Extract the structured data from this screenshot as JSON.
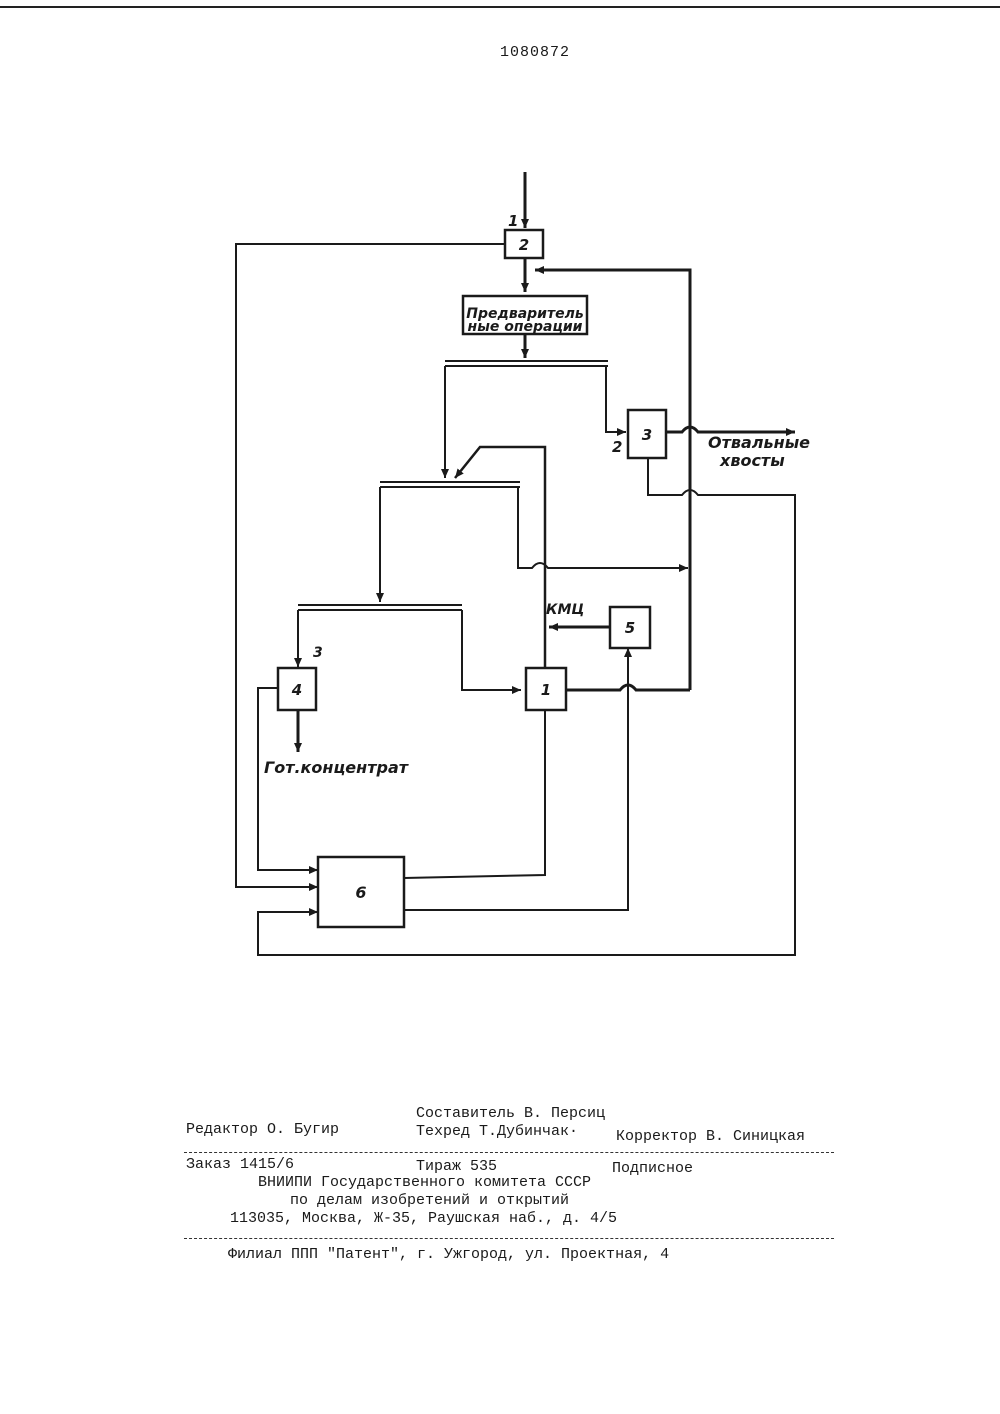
{
  "document": {
    "number": "1080872"
  },
  "diagram": {
    "blocks": {
      "b1": "1",
      "b2": "2",
      "b3": "3",
      "b4": "4",
      "b5": "5",
      "b6": "6",
      "pre_ops_line1": "Предваритель",
      "pre_ops_line2": "ные операции"
    },
    "labels": {
      "feed_number": "1",
      "stream_2": "2",
      "stream_3": "3",
      "kmc": "КМЦ",
      "tails_line1": "Отвальные",
      "tails_line2": "хвосты",
      "concentrate": "Гот.концентрат"
    }
  },
  "footer": {
    "compiler": "Составитель В. Персиц",
    "editor": "Редактор О. Бугир",
    "techred": "Техред Т.Дубинчак·",
    "corrector": "Корректор В. Синицкая",
    "order": "Заказ 1415/6",
    "circulation": "Тираж 535",
    "subscription": "Подписное",
    "institute": "ВНИИПИ Государственного комитета СССР",
    "department": "по делам изобретений и открытий",
    "address": "113035, Москва, Ж-35, Раушская наб., д. 4/5",
    "branch": "Филиал ППП \"Патент\", г. Ужгород, ул. Проектная, 4"
  }
}
